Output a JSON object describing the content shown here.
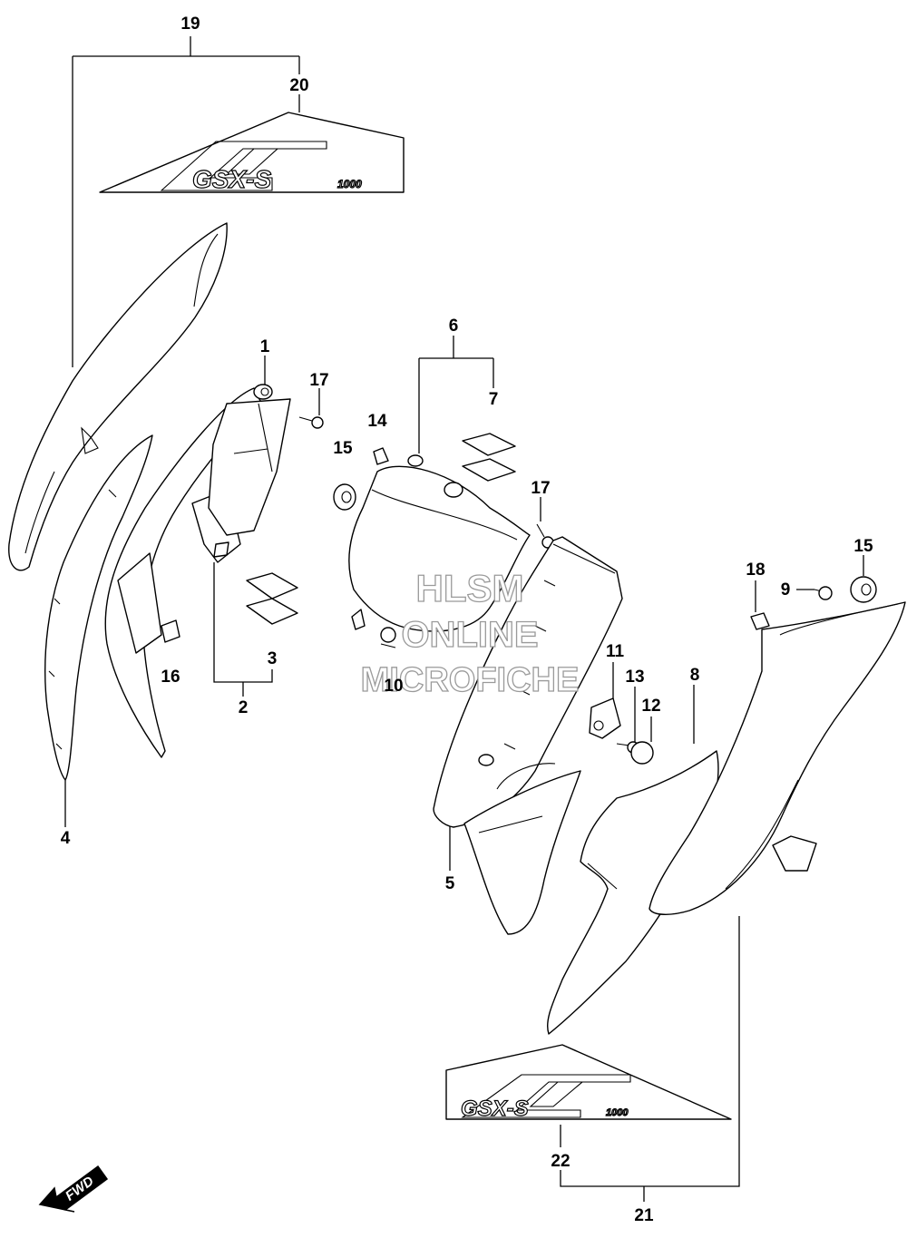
{
  "labels": {
    "l1": "1",
    "l2": "2",
    "l3": "3",
    "l4": "4",
    "l5": "5",
    "l6": "6",
    "l7": "7",
    "l8": "8",
    "l9": "9",
    "l10": "10",
    "l11": "11",
    "l12": "12",
    "l13": "13",
    "l14": "14",
    "l15a": "15",
    "l15b": "15",
    "l16": "16",
    "l17a": "17",
    "l17b": "17",
    "l18": "18",
    "l19": "19",
    "l20": "20",
    "l21": "21",
    "l22": "22"
  },
  "decal": {
    "brand": "GSX-S",
    "model": "1000"
  },
  "watermark": {
    "line1": "HLSM",
    "line2": "ONLINE",
    "line3": "MICROFICHE"
  },
  "fwd": "FWD",
  "colors": {
    "ink": "#000000",
    "paper": "#ffffff",
    "watermark": "#9a9a9a"
  }
}
